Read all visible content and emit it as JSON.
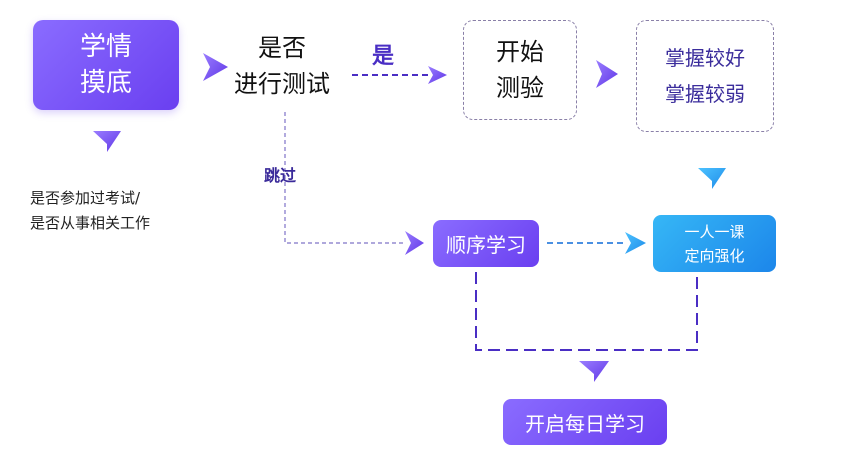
{
  "nodes": {
    "survey": {
      "line1": "学情",
      "line2": "摸底"
    },
    "test_question": {
      "line1": "是否",
      "line2": "进行测试"
    },
    "start_test": {
      "line1": "开始",
      "line2": "测验"
    },
    "mastery": {
      "line1": "掌握较好",
      "line2": "掌握较弱"
    },
    "conditions": {
      "line1": "是否参加过考试/",
      "line2": "是否从事相关工作"
    },
    "sequential_study": {
      "label": "顺序学习"
    },
    "tutoring": {
      "line1": "一人一课",
      "line2": "定向强化"
    },
    "daily_study": {
      "label": "开启每日学习"
    }
  },
  "edge_labels": {
    "yes": "是",
    "skip": "跳过"
  },
  "colors": {
    "purple_start": "#8a6cff",
    "purple_end": "#6a3ff0",
    "blue_start": "#36b7f6",
    "blue_end": "#1c86ea",
    "dashed_border": "#8a80a8",
    "connector": "#7f73c8"
  }
}
